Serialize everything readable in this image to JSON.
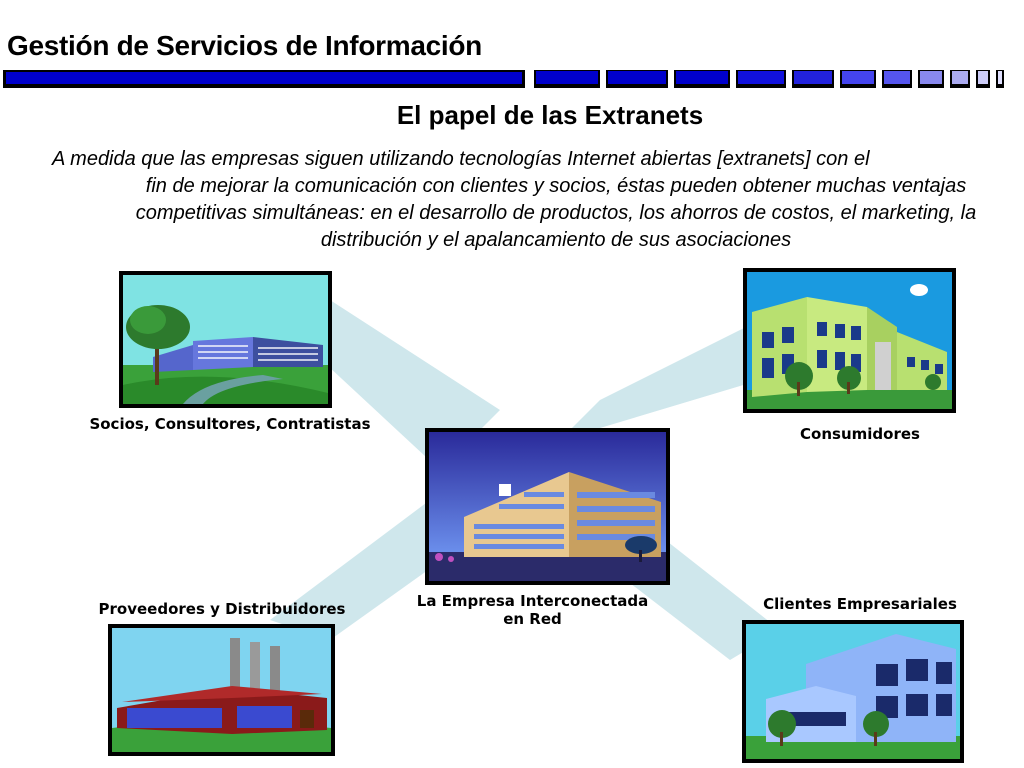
{
  "header": {
    "title": "Gestión de Servicios de Información"
  },
  "slide": {
    "title": "El papel de las Extranets",
    "intro_first_line": "A medida que las empresas siguen utilizando tecnologías Internet abiertas [extranets] con el",
    "intro_rest": "fin de mejorar la comunicación con clientes y socios, éstas pueden obtener muchas ventajas competitivas simultáneas: en el desarrollo de productos, los ahorros de costos, el marketing, la distribución y el apalancamiento de sus asociaciones"
  },
  "nodes": {
    "partners": "Socios, Consultores, Contratistas",
    "consumers": "Consumidores",
    "center_line1": "La Empresa Interconectada",
    "center_line2": "en Red",
    "suppliers": "Proveedores y Distribuidores",
    "business_clients": "Clientes Empresariales"
  },
  "colors": {
    "accent_blue": "#0000cc",
    "connector": "#cfe7ec"
  }
}
